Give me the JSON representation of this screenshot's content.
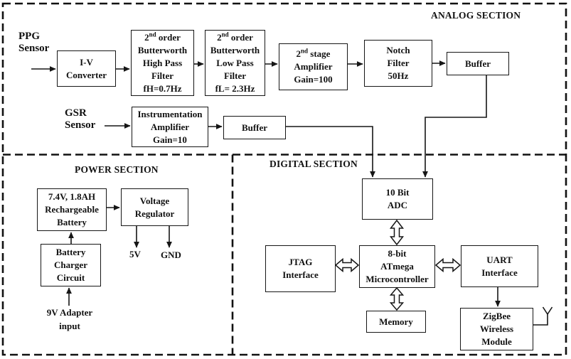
{
  "sections": {
    "analog": "ANALOG SECTION",
    "power": "POWER SECTION",
    "digital": "DIGITAL SECTION"
  },
  "labels": {
    "ppg_sensor": "PPG\nSensor",
    "gsr_sensor": "GSR\nSensor",
    "adapter_input": "9V Adapter\ninput",
    "v5": "5V",
    "gnd": "GND"
  },
  "blocks": {
    "iv_converter": "I-V\nConverter",
    "hpf": {
      "base": "2",
      "sup": "nd",
      "after": " order",
      "rest": "Butterworth\nHigh Pass\nFilter\nfH=0.7Hz"
    },
    "lpf": {
      "base": "2",
      "sup": "nd",
      "after": " order",
      "rest": "Butterworth\nLow Pass\nFilter\nfL= 2.3Hz"
    },
    "stage2_amp": {
      "base": "2",
      "sup": "nd",
      "after": " stage",
      "rest": "Amplifier\nGain=100"
    },
    "notch_filter": "Notch\nFilter\n50Hz",
    "buffer_analog": "Buffer",
    "inst_amp": "Instrumentation\nAmplifier\nGain=10",
    "buffer_gsr": "Buffer",
    "battery": "7.4V, 1.8AH\nRechargeable\nBattery",
    "voltage_regulator": "Voltage\nRegulator",
    "battery_charger": "Battery\nCharger\nCircuit",
    "adc": "10 Bit\nADC",
    "jtag": "JTAG\nInterface",
    "mcu": "8-bit\nATmega\nMicrocontroller",
    "uart": "UART\nInterface",
    "memory": "Memory",
    "zigbee": "ZigBee\nWireless\nModule"
  },
  "icons": {
    "antenna": "antenna-icon"
  },
  "colors": {
    "line": "#161616",
    "background": "#ffffff"
  }
}
